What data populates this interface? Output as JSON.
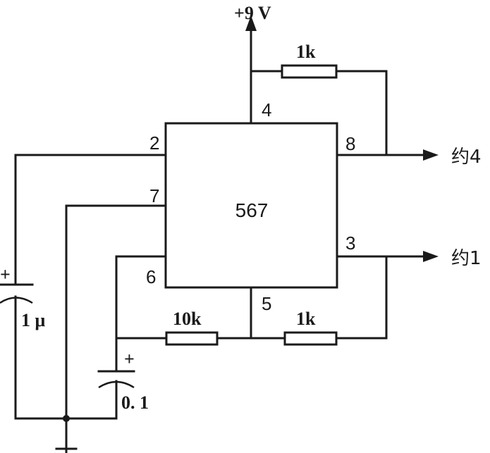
{
  "supply": {
    "label": "+9 V"
  },
  "chip": {
    "name": "567",
    "pins": {
      "p2": "2",
      "p7": "7",
      "p6": "6",
      "p4": "4",
      "p8": "8",
      "p3": "3",
      "p5": "5"
    }
  },
  "components": {
    "r_top": "1k",
    "r_bottom_left": "10k",
    "r_bottom_right": "1k",
    "c_left_value": "1 μ",
    "c_left_polarity": "+",
    "c_bottom_value": "0. 1",
    "c_bottom_polarity": "+"
  },
  "outputs": {
    "pin8": "约4",
    "pin3": "约1"
  }
}
